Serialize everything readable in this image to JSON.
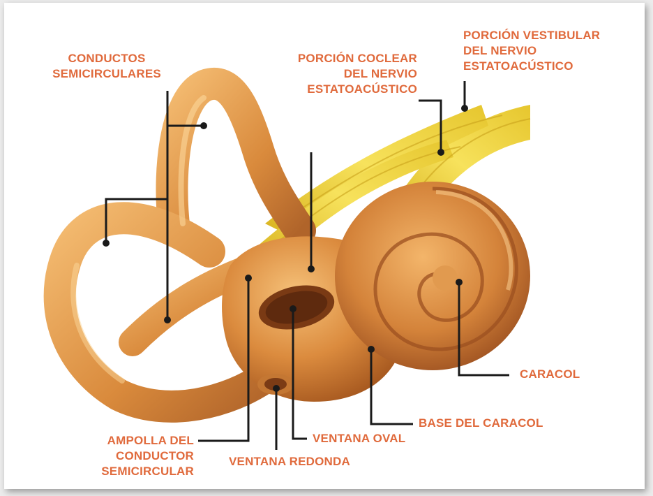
{
  "labels": {
    "conductos_semicirculares": "CONDUCTOS\nSEMICIRCULARES",
    "porcion_coclear": "PORCIÓN COCLEAR\nDEL NERVIO\nESTATOACÚSTICO",
    "porcion_vestibular": "PORCIÓN VESTIBULAR\nDEL NERVIO\nESTATOACÚSTICO",
    "caracol": "CARACOL",
    "base_del_caracol": "BASE DEL CARACOL",
    "ampolla": "AMPOLLA DEL\nCONDUCTOR\nSEMICIRCULAR",
    "ventana_oval": "VENTANA OVAL",
    "ventana_redonda": "VENTANA REDONDA"
  },
  "colors": {
    "label": "#e06a3c",
    "leader": "#1a1a1a",
    "organ": "#d98a3c",
    "nerve": "#f2d43a"
  }
}
